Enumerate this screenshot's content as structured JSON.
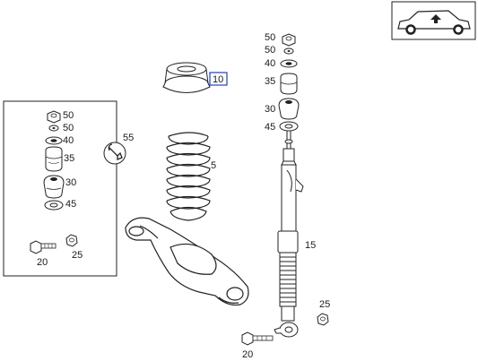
{
  "callouts": {
    "n50_top1": "50",
    "n50_top2": "50",
    "n40_top": "40",
    "n35_top": "35",
    "n30_top": "30",
    "n45_top": "45",
    "n10": "10",
    "n55": "55",
    "n5": "5",
    "n15": "15",
    "n25_right": "25",
    "n20_right": "20",
    "n50_box1": "50",
    "n50_box2": "50",
    "n40_box": "40",
    "n35_box": "35",
    "n30_box": "30",
    "n45_box": "45",
    "n20_box": "20",
    "n25_box": "25"
  },
  "highlight_color": "#1f3fbf",
  "icons": {
    "vehicle": "car-rear-axle-locator-icon",
    "spanner": "wrench-icon"
  }
}
